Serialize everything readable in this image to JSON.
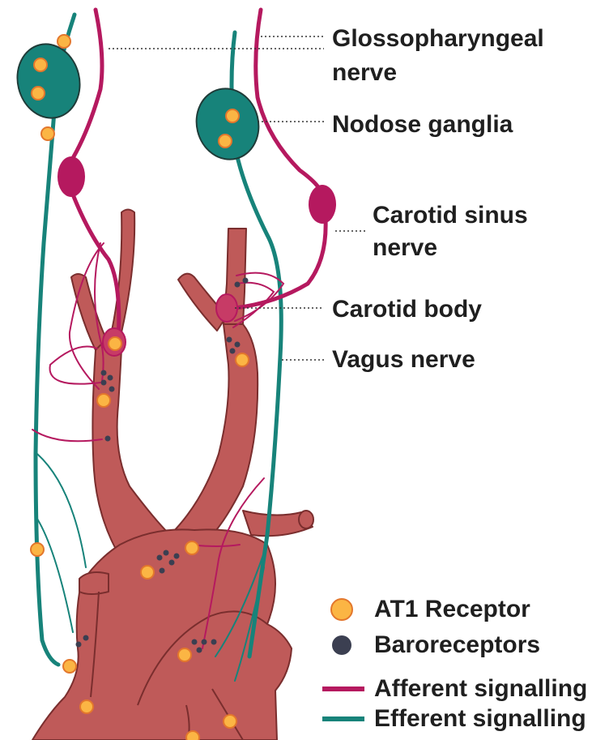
{
  "labels": {
    "glossopharyngeal": [
      "Glossopharyngeal",
      "nerve"
    ],
    "nodose": "Nodose ganglia",
    "carotid_sinus": [
      "Carotid sinus",
      "nerve"
    ],
    "carotid_body": "Carotid body",
    "vagus": "Vagus nerve"
  },
  "legend": {
    "at1": "AT1 Receptor",
    "baro": "Baroreceptors",
    "afferent": "Afferent signalling",
    "efferent": "Efferent signalling"
  },
  "colors": {
    "vessel": "#bf5a59",
    "vessel_edge": "#7a2e2e",
    "afferent": "#b5195f",
    "efferent": "#17837a",
    "ganglion": "#17837a",
    "at1": "#fbb544",
    "at1_edge": "#e3772c",
    "baro": "#3b3f51"
  }
}
